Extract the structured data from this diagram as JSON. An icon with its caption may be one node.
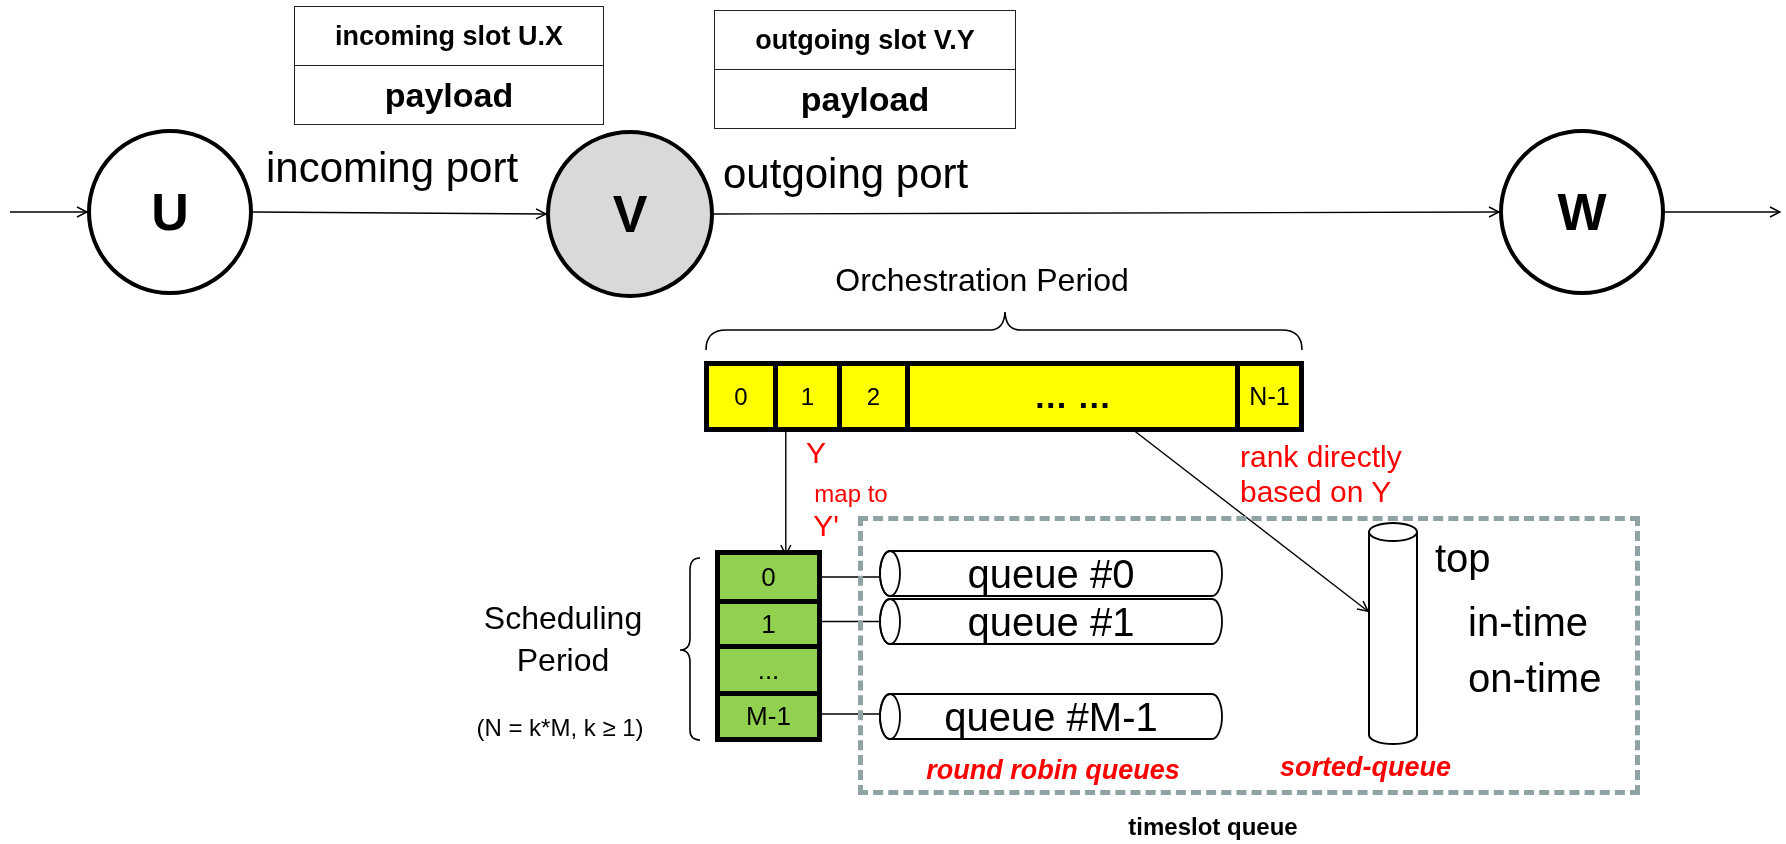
{
  "diagram": {
    "nodes": [
      {
        "text": [
          "incoming slot U.X",
          "payload"
        ]
      },
      {
        "text": [
          "outgoing slot V.Y",
          "payload"
        ]
      },
      {
        "text": [
          "U"
        ]
      },
      {
        "text": [
          "V"
        ]
      },
      {
        "text": [
          "W"
        ]
      },
      {
        "text": [],
        "shape": "bar"
      },
      {
        "text": [
          "0"
        ],
        "in": 5
      },
      {
        "text": [
          "1"
        ],
        "in": 5
      },
      {
        "text": [
          "2"
        ],
        "in": 5
      },
      {
        "text": [
          "… …"
        ],
        "in": 5
      },
      {
        "text": [
          "N-1"
        ],
        "in": 5
      },
      {
        "text": [],
        "shape": "bar"
      },
      {
        "text": [
          "0"
        ],
        "in": 11
      },
      {
        "text": [
          "1"
        ],
        "in": 11
      },
      {
        "text": [
          "..."
        ],
        "in": 11
      },
      {
        "text": [
          "M-1"
        ],
        "in": 11
      },
      {
        "text": [
          "round robin queues",
          "timeslot queue"
        ]
      },
      {
        "text": [
          "queue #0"
        ],
        "in": 16
      },
      {
        "text": [
          "queue #1"
        ],
        "in": 16
      },
      {
        "text": [
          "queue #M-1"
        ],
        "in": 16
      },
      {
        "text": [],
        "shape": "cylinder",
        "in": 16,
        "beside": [
          "top",
          "in-time",
          "on-time",
          "sorted-queue"
        ]
      }
    ],
    "edges": [
      {
        "from": null,
        "to": 2,
        "arrow": "to"
      },
      {
        "from": 2,
        "to": 3,
        "arrow": "to",
        "label": "incoming port"
      },
      {
        "from": 3,
        "to": 4,
        "arrow": "to",
        "label": "outgoing port"
      },
      {
        "from": 4,
        "to": null,
        "arrow": "to"
      },
      {
        "from": 7,
        "to": 12,
        "arrow": "to",
        "label": "Y"
      },
      {
        "from": 9,
        "to": 20,
        "arrow": "to",
        "label": "rank directly based on Y"
      },
      {
        "from": 12,
        "to": 17,
        "arrow": "none"
      },
      {
        "from": 13,
        "to": 18,
        "arrow": "none"
      },
      {
        "from": 15,
        "to": 19,
        "arrow": "none"
      }
    ],
    "labels": [
      "Orchestration Period",
      "map to",
      "Y'",
      "Scheduling Period",
      "(N = k*M, k ≥ 1)"
    ]
  }
}
